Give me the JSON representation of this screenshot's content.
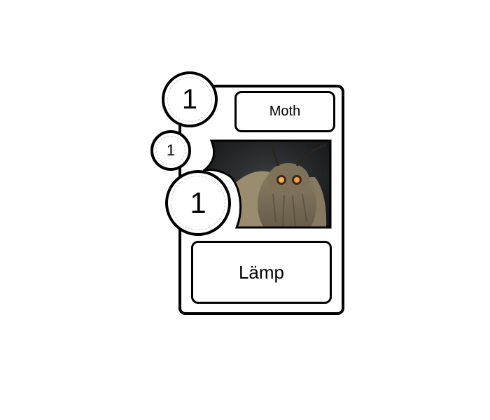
{
  "card": {
    "name": "Moth",
    "description": "Lämp",
    "stats": {
      "top_value": "1",
      "small_value": "1",
      "big_value": "1"
    },
    "art_icon": "moth-photo"
  }
}
